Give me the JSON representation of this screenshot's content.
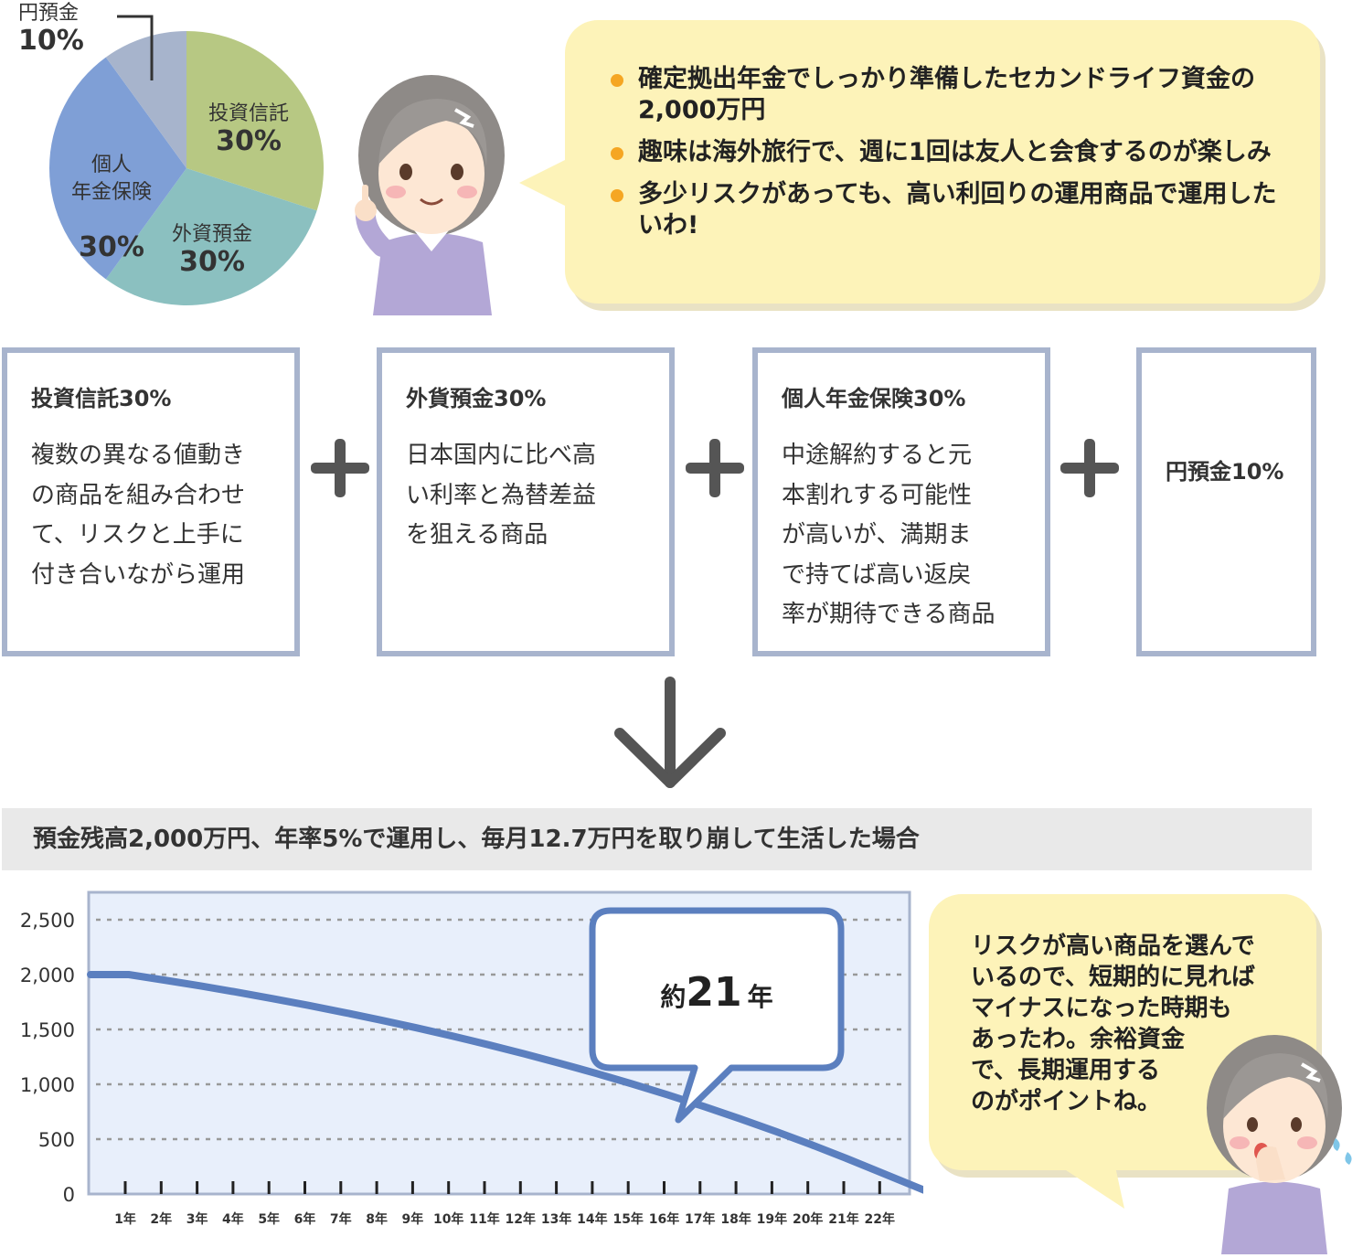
{
  "pie": {
    "slices": [
      {
        "label": "投資信託",
        "percent": "30%",
        "value": 30,
        "color": "#b7c883"
      },
      {
        "label": "外資預金",
        "percent": "30%",
        "value": 30,
        "color": "#8bc0c0"
      },
      {
        "label": "個人\n年金保険",
        "percent": "30%",
        "value": 30,
        "color": "#7f9fd6"
      },
      {
        "label": "円預金",
        "percent": "10%",
        "value": 10,
        "color": "#a7b4cc"
      }
    ]
  },
  "speech_top": {
    "items": [
      "確定拠出年金でしっかり準備したセカンドライフ資金の2,000万円",
      "趣味は海外旅行で、週に1回は友人と会食するのが楽しみ",
      "多少リスクがあっても、高い利回りの運用商品で運用したいわ!"
    ]
  },
  "cards": [
    {
      "title": "投資信託30%",
      "body": "複数の異なる値動き\nの商品を組み合わせ\nて、リスクと上手に\n付き合いながら運用"
    },
    {
      "title": "外貨預金30%",
      "body": "日本国内に比べ高\nい利率と為替差益\nを狙える商品"
    },
    {
      "title": "個人年金保険30%",
      "body": "中途解約すると元\n本割れする可能性\nが高いが、満期ま\nで持てば高い返戻\n率が期待できる商品"
    },
    {
      "title": "円預金10%",
      "body": ""
    }
  ],
  "condition": "預金残高2,000万円、年率5%で運用し、毎月12.7万円を取り崩して生活した場合",
  "chart_data": {
    "type": "line",
    "x": [
      "1年",
      "2年",
      "3年",
      "4年",
      "5年",
      "6年",
      "7年",
      "8年",
      "9年",
      "10年",
      "11年",
      "12年",
      "13年",
      "14年",
      "15年",
      "16年",
      "17年",
      "18年",
      "19年",
      "20年",
      "21年",
      "22年"
    ],
    "series": [
      {
        "values": [
          2000,
          1949,
          1896,
          1840,
          1781,
          1719,
          1654,
          1586,
          1515,
          1440,
          1361,
          1278,
          1191,
          1100,
          1004,
          904,
          798,
          687,
          571,
          449,
          321,
          187
        ]
      }
    ],
    "y_ticks": [
      "0",
      "500",
      "1,000",
      "1,500",
      "2,000",
      "2,500"
    ],
    "ylim": [
      0,
      2500
    ],
    "grid": true,
    "color": "#5b7fbf",
    "annotation": {
      "prefix": "約",
      "number": "21",
      "suffix": "年"
    }
  },
  "speech_bottom": "リスクが高い商品を選んで\nいるので、短期的に見れば\nマイナスになった時期も\nあったわ。余裕資金\nで、長期運用する\nのがポイントね。"
}
